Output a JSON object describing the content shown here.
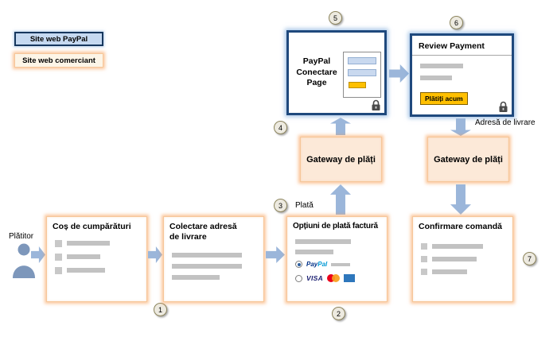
{
  "legend": {
    "paypal": "Site web PayPal",
    "merchant": "Site web comerciant"
  },
  "actor_label": "Plătitor",
  "boxes": {
    "cart_title": "Coș de cumpărături",
    "address_title": "Colectare adresă de livrare",
    "payment_title": "Opțiuni de plată factură",
    "confirm_title": "Confirmare comandă",
    "gateway_left_title": "Gateway de plăți",
    "gateway_right_title": "Gateway de plăți",
    "paypal_page_title": "PayPal Conectare Page",
    "review_title": "Review Payment",
    "pay_now_button": "Plătiți acum"
  },
  "annotations": {
    "payment_label": "Plată",
    "shipping_label": "Adresă de livrare"
  },
  "steps": {
    "s1": "1",
    "s2": "2",
    "s3": "3",
    "s4": "4",
    "s5": "5",
    "s6": "6",
    "s7": "7"
  },
  "logos": {
    "paypal_pay": "Pay",
    "paypal_pal": "Pal",
    "visa": "VISA"
  },
  "colors": {
    "paypal_border": "#1F497D",
    "merchant_glow": "#F79646",
    "arrow": "#9BB6DA",
    "pay_button": "#FFC000"
  }
}
